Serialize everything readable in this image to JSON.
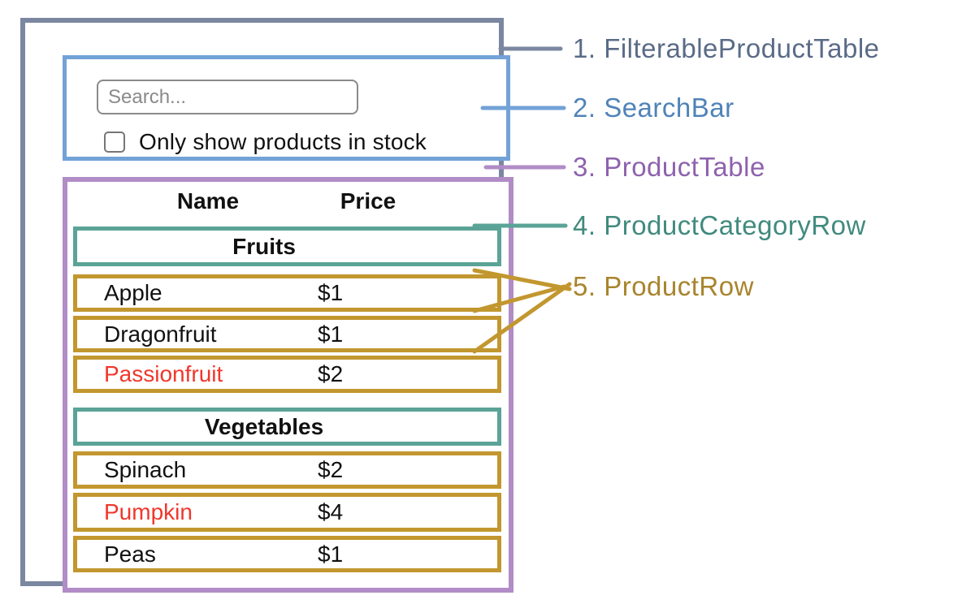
{
  "colors": {
    "slate": "#7b87a0",
    "slate-text": "#5a6b87",
    "blue": "#73a2d7",
    "blue-text": "#4f83b8",
    "purple": "#b18cc6",
    "purple-text": "#8e62ae",
    "teal": "#5ba397",
    "teal-text": "#418a7e",
    "gold": "#c2972f",
    "gold-text": "#a8842d",
    "red": "#f0372b",
    "text": "#111111",
    "input-border": "#8a8a8a"
  },
  "annotations": [
    {
      "label": "1. FilterableProductTable"
    },
    {
      "label": "2. SearchBar"
    },
    {
      "label": "3. ProductTable"
    },
    {
      "label": "4. ProductCategoryRow"
    },
    {
      "label": "5. ProductRow"
    }
  ],
  "search_bar": {
    "placeholder": "Search...",
    "checkbox_label": "Only show products in stock",
    "checkbox_checked": false
  },
  "product_table": {
    "columns": {
      "name": "Name",
      "price": "Price"
    },
    "sections": [
      {
        "category": "Fruits",
        "rows": [
          {
            "name": "Apple",
            "price": "$1",
            "out_of_stock": false
          },
          {
            "name": "Dragonfruit",
            "price": "$1",
            "out_of_stock": false
          },
          {
            "name": "Passionfruit",
            "price": "$2",
            "out_of_stock": true
          }
        ]
      },
      {
        "category": "Vegetables",
        "rows": [
          {
            "name": "Spinach",
            "price": "$2",
            "out_of_stock": false
          },
          {
            "name": "Pumpkin",
            "price": "$4",
            "out_of_stock": true
          },
          {
            "name": "Peas",
            "price": "$1",
            "out_of_stock": false
          }
        ]
      }
    ]
  }
}
